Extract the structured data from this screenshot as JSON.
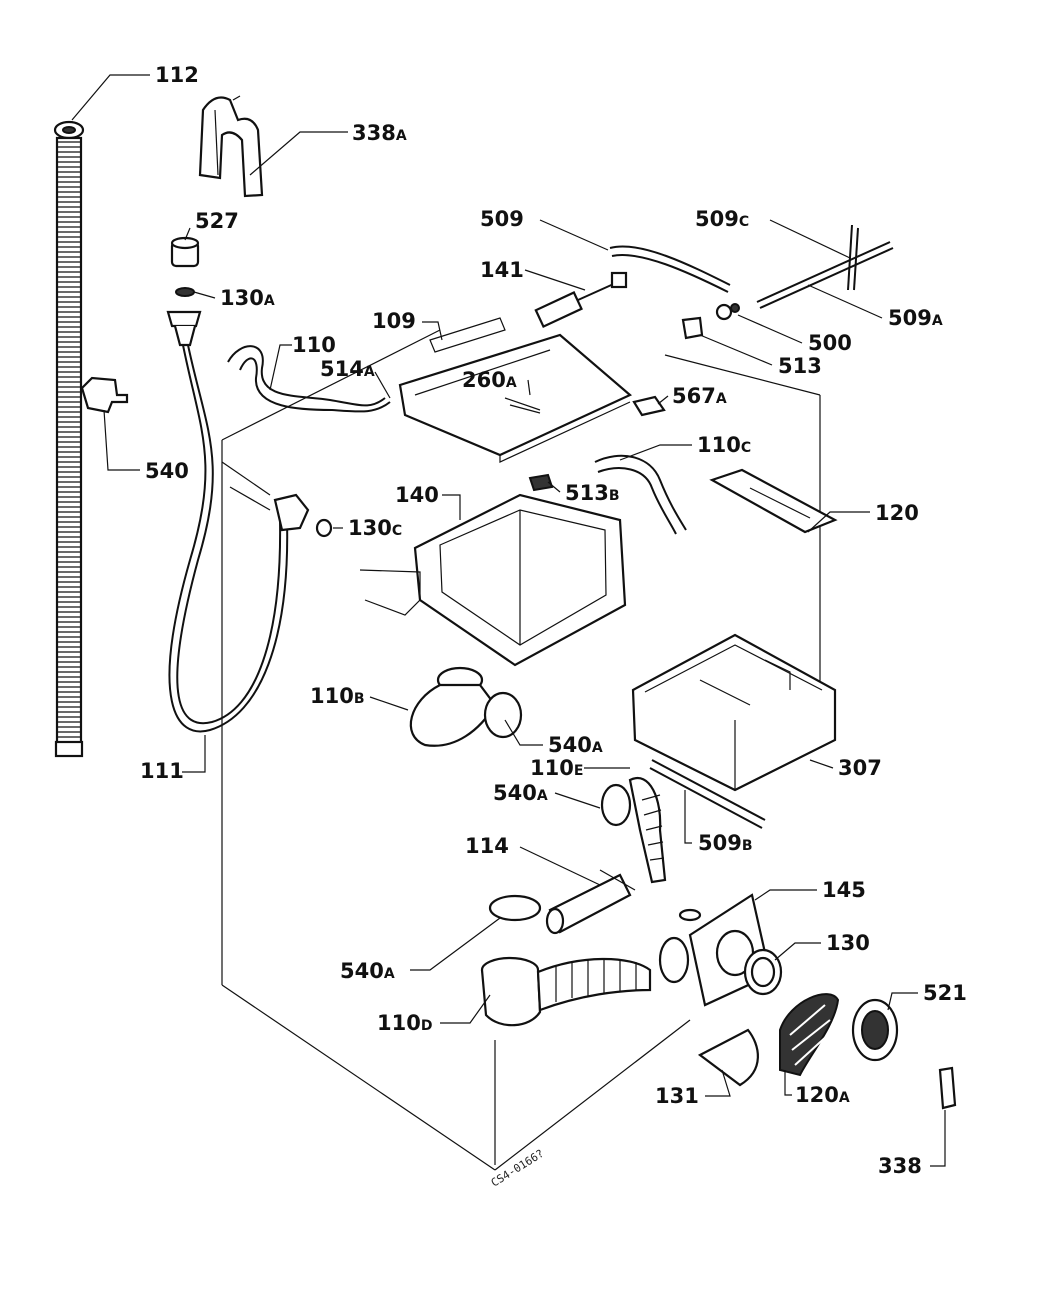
{
  "diagram": {
    "drawing_code": "CS4-0166?",
    "labels": [
      {
        "id": "p112",
        "num": "112",
        "sfx": ""
      },
      {
        "id": "p338a",
        "num": "338",
        "sfx": "A"
      },
      {
        "id": "p527",
        "num": "527",
        "sfx": ""
      },
      {
        "id": "p130a",
        "num": "130",
        "sfx": "A"
      },
      {
        "id": "p110",
        "num": "110",
        "sfx": ""
      },
      {
        "id": "p514a",
        "num": "514",
        "sfx": "A"
      },
      {
        "id": "p109",
        "num": "109",
        "sfx": ""
      },
      {
        "id": "p141",
        "num": "141",
        "sfx": ""
      },
      {
        "id": "p509",
        "num": "509",
        "sfx": ""
      },
      {
        "id": "p509c",
        "num": "509",
        "sfx": "C"
      },
      {
        "id": "p509a",
        "num": "509",
        "sfx": "A"
      },
      {
        "id": "p500",
        "num": "500",
        "sfx": ""
      },
      {
        "id": "p513",
        "num": "513",
        "sfx": ""
      },
      {
        "id": "p260a",
        "num": "260",
        "sfx": "A"
      },
      {
        "id": "p567a",
        "num": "567",
        "sfx": "A"
      },
      {
        "id": "p540",
        "num": "540",
        "sfx": ""
      },
      {
        "id": "p110c",
        "num": "110",
        "sfx": "C"
      },
      {
        "id": "p140",
        "num": "140",
        "sfx": ""
      },
      {
        "id": "p513b",
        "num": "513",
        "sfx": "B"
      },
      {
        "id": "p120",
        "num": "120",
        "sfx": ""
      },
      {
        "id": "p130c",
        "num": "130",
        "sfx": "C"
      },
      {
        "id": "p110b",
        "num": "110",
        "sfx": "B"
      },
      {
        "id": "p540a1",
        "num": "540",
        "sfx": "A"
      },
      {
        "id": "p111",
        "num": "111",
        "sfx": ""
      },
      {
        "id": "p110e",
        "num": "110",
        "sfx": "E"
      },
      {
        "id": "p540a2",
        "num": "540",
        "sfx": "A"
      },
      {
        "id": "p307",
        "num": "307",
        "sfx": ""
      },
      {
        "id": "p509b",
        "num": "509",
        "sfx": "B"
      },
      {
        "id": "p114",
        "num": "114",
        "sfx": ""
      },
      {
        "id": "p145",
        "num": "145",
        "sfx": ""
      },
      {
        "id": "p130",
        "num": "130",
        "sfx": ""
      },
      {
        "id": "p540a3",
        "num": "540",
        "sfx": "A"
      },
      {
        "id": "p110d",
        "num": "110",
        "sfx": "D"
      },
      {
        "id": "p521",
        "num": "521",
        "sfx": ""
      },
      {
        "id": "p131",
        "num": "131",
        "sfx": ""
      },
      {
        "id": "p120a",
        "num": "120",
        "sfx": "A"
      },
      {
        "id": "p338",
        "num": "338",
        "sfx": ""
      }
    ]
  }
}
